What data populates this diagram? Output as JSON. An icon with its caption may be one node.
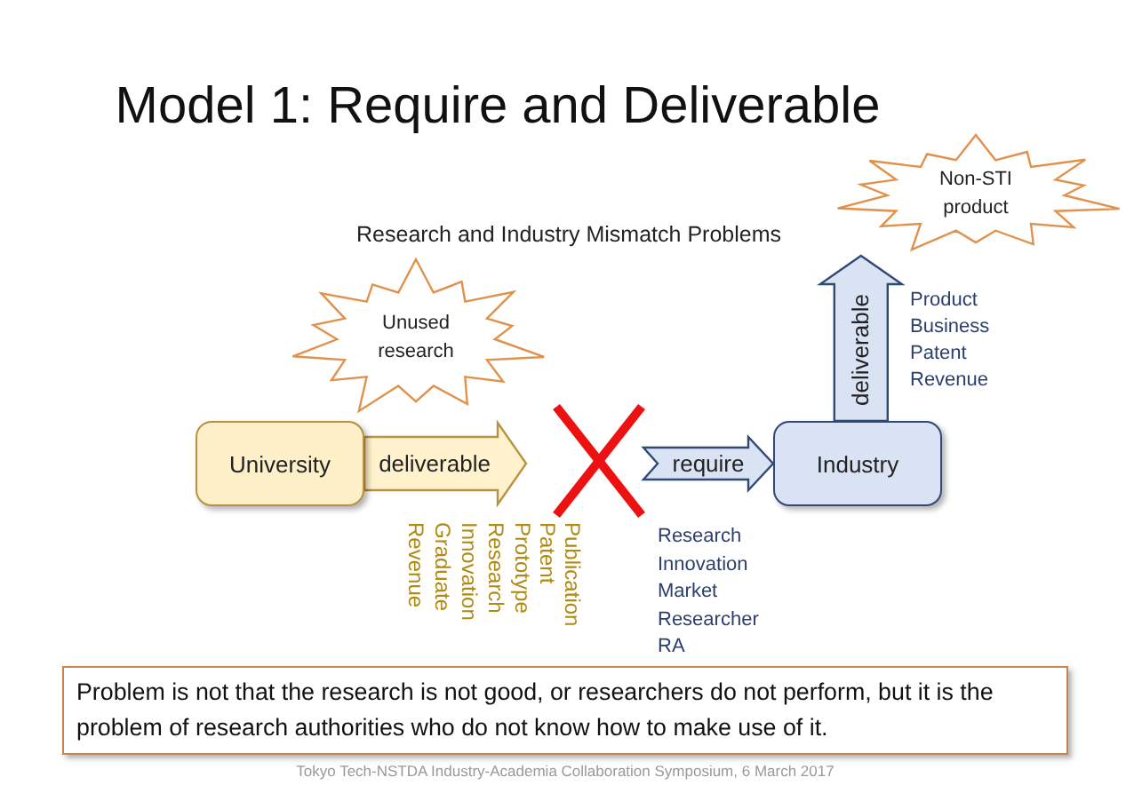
{
  "diagram": {
    "title": "Model 1: Require and Deliverable",
    "nodes": [
      {
        "text": [
          "University"
        ]
      },
      {
        "text": [
          "Industry"
        ]
      },
      {
        "text": [
          "Unused research"
        ]
      },
      {
        "text": [
          "Non-STI product"
        ]
      },
      {
        "text": [
          "Problem is not that the research is not good, or researchers do not perform, but it is the problem of research authorities who do not know how to make use of it."
        ]
      }
    ],
    "edges": [
      {
        "from": 0,
        "to": null,
        "arrow": "to",
        "label": "deliverable",
        "style": "thick",
        "color": "#fff2cc"
      },
      {
        "from": null,
        "to": 1,
        "arrow": "to",
        "label": "require",
        "style": "thick"
      },
      {
        "from": 1,
        "to": 3,
        "arrow": "to",
        "label": "deliverable",
        "style": "thick"
      }
    ],
    "labels": [
      "Research and Industry Mismatch Problems",
      "Publication",
      "Patent",
      "Prototype",
      "Research",
      "Innovation",
      "Graduate",
      "Revenue",
      "Product",
      "Business",
      "Patent",
      "Revenue",
      "Research",
      "Innovation",
      "Market",
      "Researcher",
      "RA",
      "Tokyo Tech-NSTDA Industry-Academia Collaboration Symposium, 6 March 2017"
    ]
  }
}
